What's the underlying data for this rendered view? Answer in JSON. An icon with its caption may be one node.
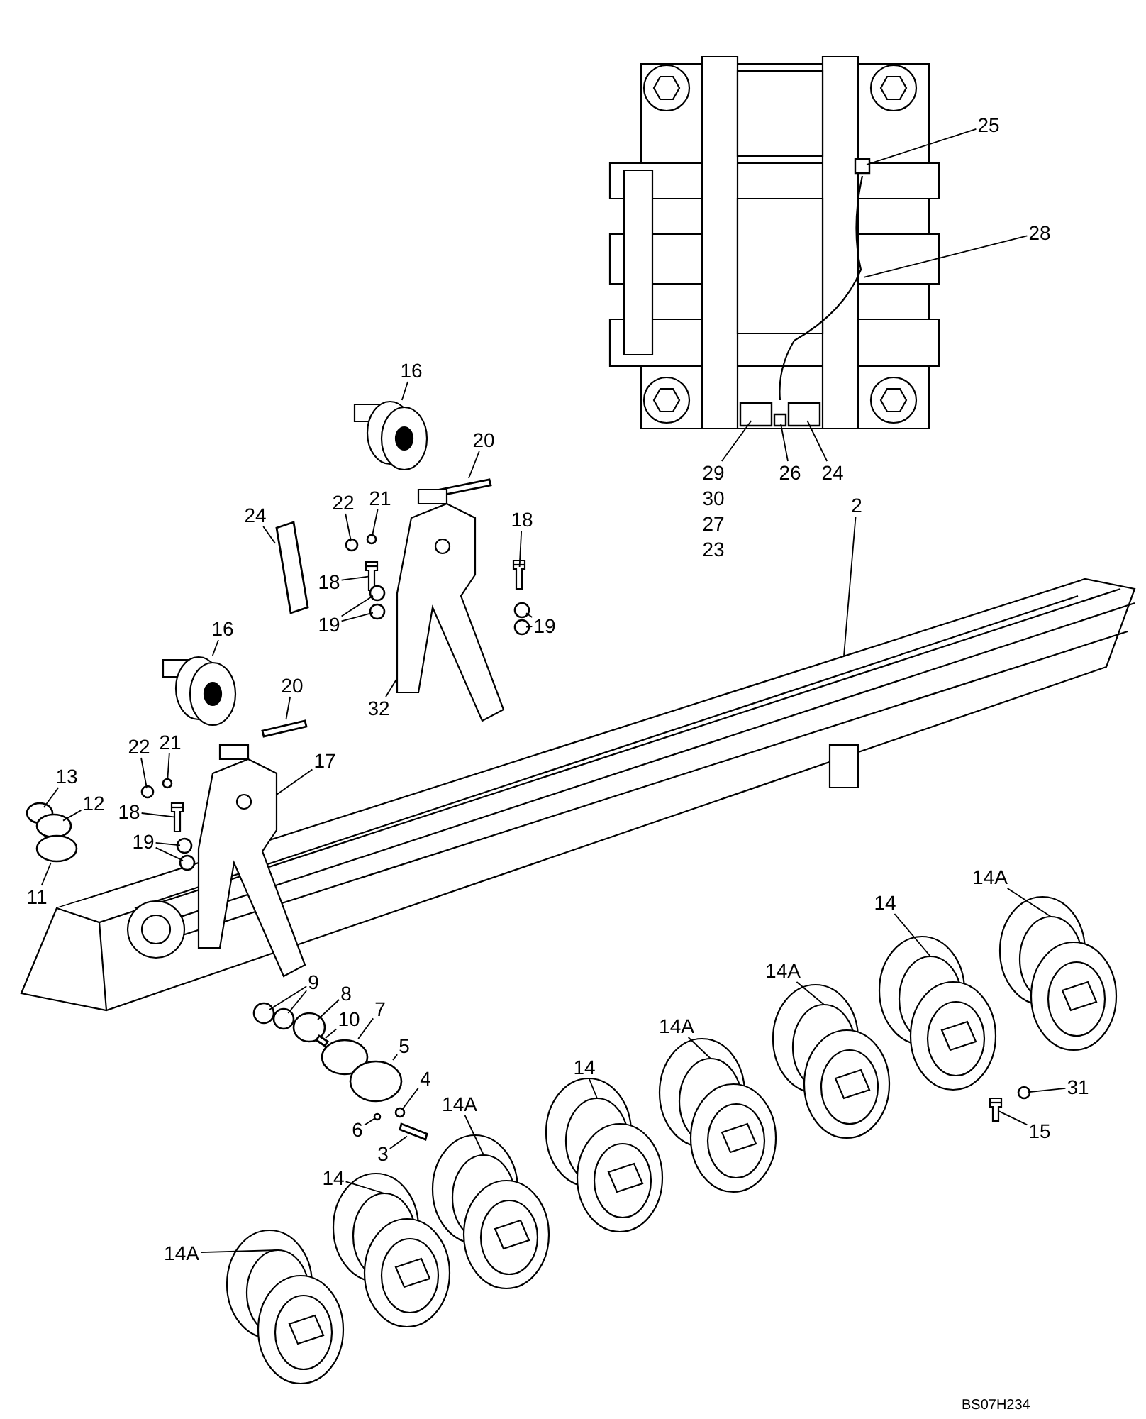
{
  "diagram": {
    "nodes": [
      {
        "text": [
          "25"
        ]
      },
      {
        "text": [
          "28"
        ]
      },
      {
        "text": [
          "16"
        ]
      },
      {
        "text": [
          "20"
        ]
      },
      {
        "text": [
          "29"
        ]
      },
      {
        "text": [
          "26"
        ]
      },
      {
        "text": [
          "24"
        ]
      },
      {
        "text": [
          "21"
        ]
      },
      {
        "text": [
          "22"
        ]
      },
      {
        "text": [
          "2"
        ]
      },
      {
        "text": [
          "24"
        ]
      },
      {
        "text": [
          "18"
        ]
      },
      {
        "text": [
          "18"
        ]
      },
      {
        "text": [
          "19"
        ]
      },
      {
        "text": [
          "19"
        ]
      },
      {
        "text": [
          "16"
        ]
      },
      {
        "text": [
          "20"
        ]
      },
      {
        "text": [
          "32"
        ]
      },
      {
        "text": [
          "22"
        ]
      },
      {
        "text": [
          "21"
        ]
      },
      {
        "text": [
          "17"
        ]
      },
      {
        "text": [
          "13"
        ]
      },
      {
        "text": [
          "12"
        ]
      },
      {
        "text": [
          "18"
        ]
      },
      {
        "text": [
          "19"
        ]
      },
      {
        "text": [
          "11"
        ]
      },
      {
        "text": [
          "14A"
        ]
      },
      {
        "text": [
          "14"
        ]
      },
      {
        "text": [
          "14A"
        ]
      },
      {
        "text": [
          "9"
        ]
      },
      {
        "text": [
          "8"
        ]
      },
      {
        "text": [
          "7"
        ]
      },
      {
        "text": [
          "10"
        ]
      },
      {
        "text": [
          "14A"
        ]
      },
      {
        "text": [
          "5"
        ]
      },
      {
        "text": [
          "14"
        ]
      },
      {
        "text": [
          "4"
        ]
      },
      {
        "text": [
          "31"
        ]
      },
      {
        "text": [
          "14A"
        ]
      },
      {
        "text": [
          "6"
        ]
      },
      {
        "text": [
          "15"
        ]
      },
      {
        "text": [
          "3"
        ]
      },
      {
        "text": [
          "14"
        ]
      },
      {
        "text": [
          "14A"
        ]
      },
      {
        "text": [],
        "shape": "picture"
      },
      {
        "text": [],
        "shape": "box",
        "in": 44
      },
      {
        "text": [],
        "shape": "picture",
        "in": 44
      },
      {
        "text": [],
        "shape": "box",
        "in": 44
      },
      {
        "text": [],
        "shape": "box",
        "in": 44
      },
      {
        "text": [],
        "shape": "box",
        "in": 44
      },
      {
        "text": [],
        "shape": "picture"
      },
      {
        "text": [],
        "shape": "bar"
      },
      {
        "text": [],
        "shape": "circle"
      },
      {
        "text": [],
        "shape": "circle"
      },
      {
        "text": [],
        "shape": "picture"
      },
      {
        "text": [],
        "shape": "bar"
      },
      {
        "text": [],
        "shape": "picture"
      },
      {
        "text": [],
        "shape": "picture"
      },
      {
        "text": [],
        "shape": "circle"
      },
      {
        "text": [],
        "shape": "circle"
      },
      {
        "text": [],
        "shape": "circle"
      },
      {
        "text": [],
        "shape": "circle"
      },
      {
        "text": [],
        "shape": "picture"
      },
      {
        "text": [],
        "shape": "bar"
      },
      {
        "text": [],
        "shape": "picture"
      },
      {
        "text": [],
        "shape": "circle"
      },
      {
        "text": [],
        "shape": "circle"
      },
      {
        "text": [],
        "shape": "picture",
        "in": 54
      },
      {
        "text": [],
        "shape": "circle"
      },
      {
        "text": [],
        "shape": "circle"
      },
      {
        "text": [],
        "shape": "picture"
      },
      {
        "text": [],
        "shape": "circle"
      },
      {
        "text": [],
        "shape": "circle"
      },
      {
        "text": [],
        "shape": "circle"
      },
      {
        "text": [],
        "shape": "picture"
      },
      {
        "text": [],
        "shape": "picture"
      },
      {
        "text": [],
        "shape": "picture"
      },
      {
        "text": [],
        "shape": "circle"
      },
      {
        "text": [],
        "shape": "circle"
      },
      {
        "text": [],
        "shape": "circle"
      },
      {
        "text": [],
        "shape": "circle"
      },
      {
        "text": [],
        "shape": "bar"
      },
      {
        "text": [],
        "shape": "picture"
      },
      {
        "text": [],
        "shape": "circle"
      },
      {
        "text": [],
        "shape": "picture"
      },
      {
        "text": [],
        "shape": "circle"
      },
      {
        "text": [],
        "shape": "circle"
      },
      {
        "text": [],
        "shape": "picture"
      },
      {
        "text": [],
        "shape": "circle"
      },
      {
        "text": [],
        "shape": "picture"
      },
      {
        "text": [],
        "shape": "bar"
      },
      {
        "text": [],
        "shape": "picture"
      },
      {
        "text": [],
        "shape": "picture"
      }
    ],
    "edges": [
      {
        "from": 0,
        "to": 45,
        "arrow": "none"
      },
      {
        "from": 1,
        "to": 46,
        "arrow": "none"
      },
      {
        "from": 2,
        "to": 50,
        "arrow": "none"
      },
      {
        "from": 3,
        "to": 51,
        "arrow": "none"
      },
      {
        "from": 4,
        "to": 47,
        "arrow": "none"
      },
      {
        "from": 5,
        "to": 48,
        "arrow": "none"
      },
      {
        "from": 6,
        "to": 49,
        "arrow": "none"
      },
      {
        "from": 7,
        "to": 52,
        "arrow": "none"
      },
      {
        "from": 8,
        "to": 53,
        "arrow": "none"
      },
      {
        "from": 9,
        "to": 54,
        "arrow": "none"
      },
      {
        "from": 10,
        "to": 55,
        "arrow": "none"
      },
      {
        "from": 11,
        "to": 56,
        "arrow": "none"
      },
      {
        "from": 12,
        "to": 57,
        "arrow": "none"
      },
      {
        "from": 13,
        "to": 58,
        "arrow": "none"
      },
      {
        "from": 13,
        "to": 59,
        "arrow": "none"
      },
      {
        "from": 14,
        "to": 60,
        "arrow": "none"
      },
      {
        "from": 14,
        "to": 61,
        "arrow": "none"
      },
      {
        "from": 15,
        "to": 62,
        "arrow": "none"
      },
      {
        "from": 16,
        "to": 63,
        "arrow": "none"
      },
      {
        "from": 17,
        "to": 64,
        "arrow": "none"
      },
      {
        "from": 18,
        "to": 65,
        "arrow": "none"
      },
      {
        "from": 19,
        "to": 66,
        "arrow": "none"
      },
      {
        "from": 20,
        "to": 67,
        "arrow": "none"
      },
      {
        "from": 21,
        "to": 68,
        "arrow": "none"
      },
      {
        "from": 22,
        "to": 69,
        "arrow": "none"
      },
      {
        "from": 23,
        "to": 70,
        "arrow": "none"
      },
      {
        "from": 24,
        "to": 71,
        "arrow": "none"
      },
      {
        "from": 24,
        "to": 72,
        "arrow": "none"
      },
      {
        "from": 25,
        "to": 73,
        "arrow": "none"
      },
      {
        "from": 26,
        "to": 74,
        "arrow": "none"
      },
      {
        "from": 27,
        "to": 75,
        "arrow": "none"
      },
      {
        "from": 28,
        "to": 76,
        "arrow": "none"
      },
      {
        "from": 29,
        "to": 77,
        "arrow": "none"
      },
      {
        "from": 29,
        "to": 78,
        "arrow": "none"
      },
      {
        "from": 30,
        "to": 79,
        "arrow": "none"
      },
      {
        "from": 31,
        "to": 80,
        "arrow": "none"
      },
      {
        "from": 32,
        "to": 81,
        "arrow": "none"
      },
      {
        "from": 33,
        "to": 82,
        "arrow": "none"
      },
      {
        "from": 34,
        "to": 83,
        "arrow": "none"
      },
      {
        "from": 35,
        "to": 84,
        "arrow": "none"
      },
      {
        "from": 36,
        "to": 85,
        "arrow": "none"
      },
      {
        "from": 37,
        "to": 86,
        "arrow": "none"
      },
      {
        "from": 38,
        "to": 87,
        "arrow": "none"
      },
      {
        "from": 39,
        "to": 88,
        "arrow": "none"
      },
      {
        "from": 40,
        "to": 89,
        "arrow": "none"
      },
      {
        "from": 41,
        "to": 90,
        "arrow": "none"
      },
      {
        "from": 42,
        "to": 91,
        "arrow": "none"
      },
      {
        "from": 43,
        "to": 92,
        "arrow": "none"
      }
    ],
    "labels": [
      "30",
      "27",
      "23",
      "BS07H234"
    ]
  }
}
